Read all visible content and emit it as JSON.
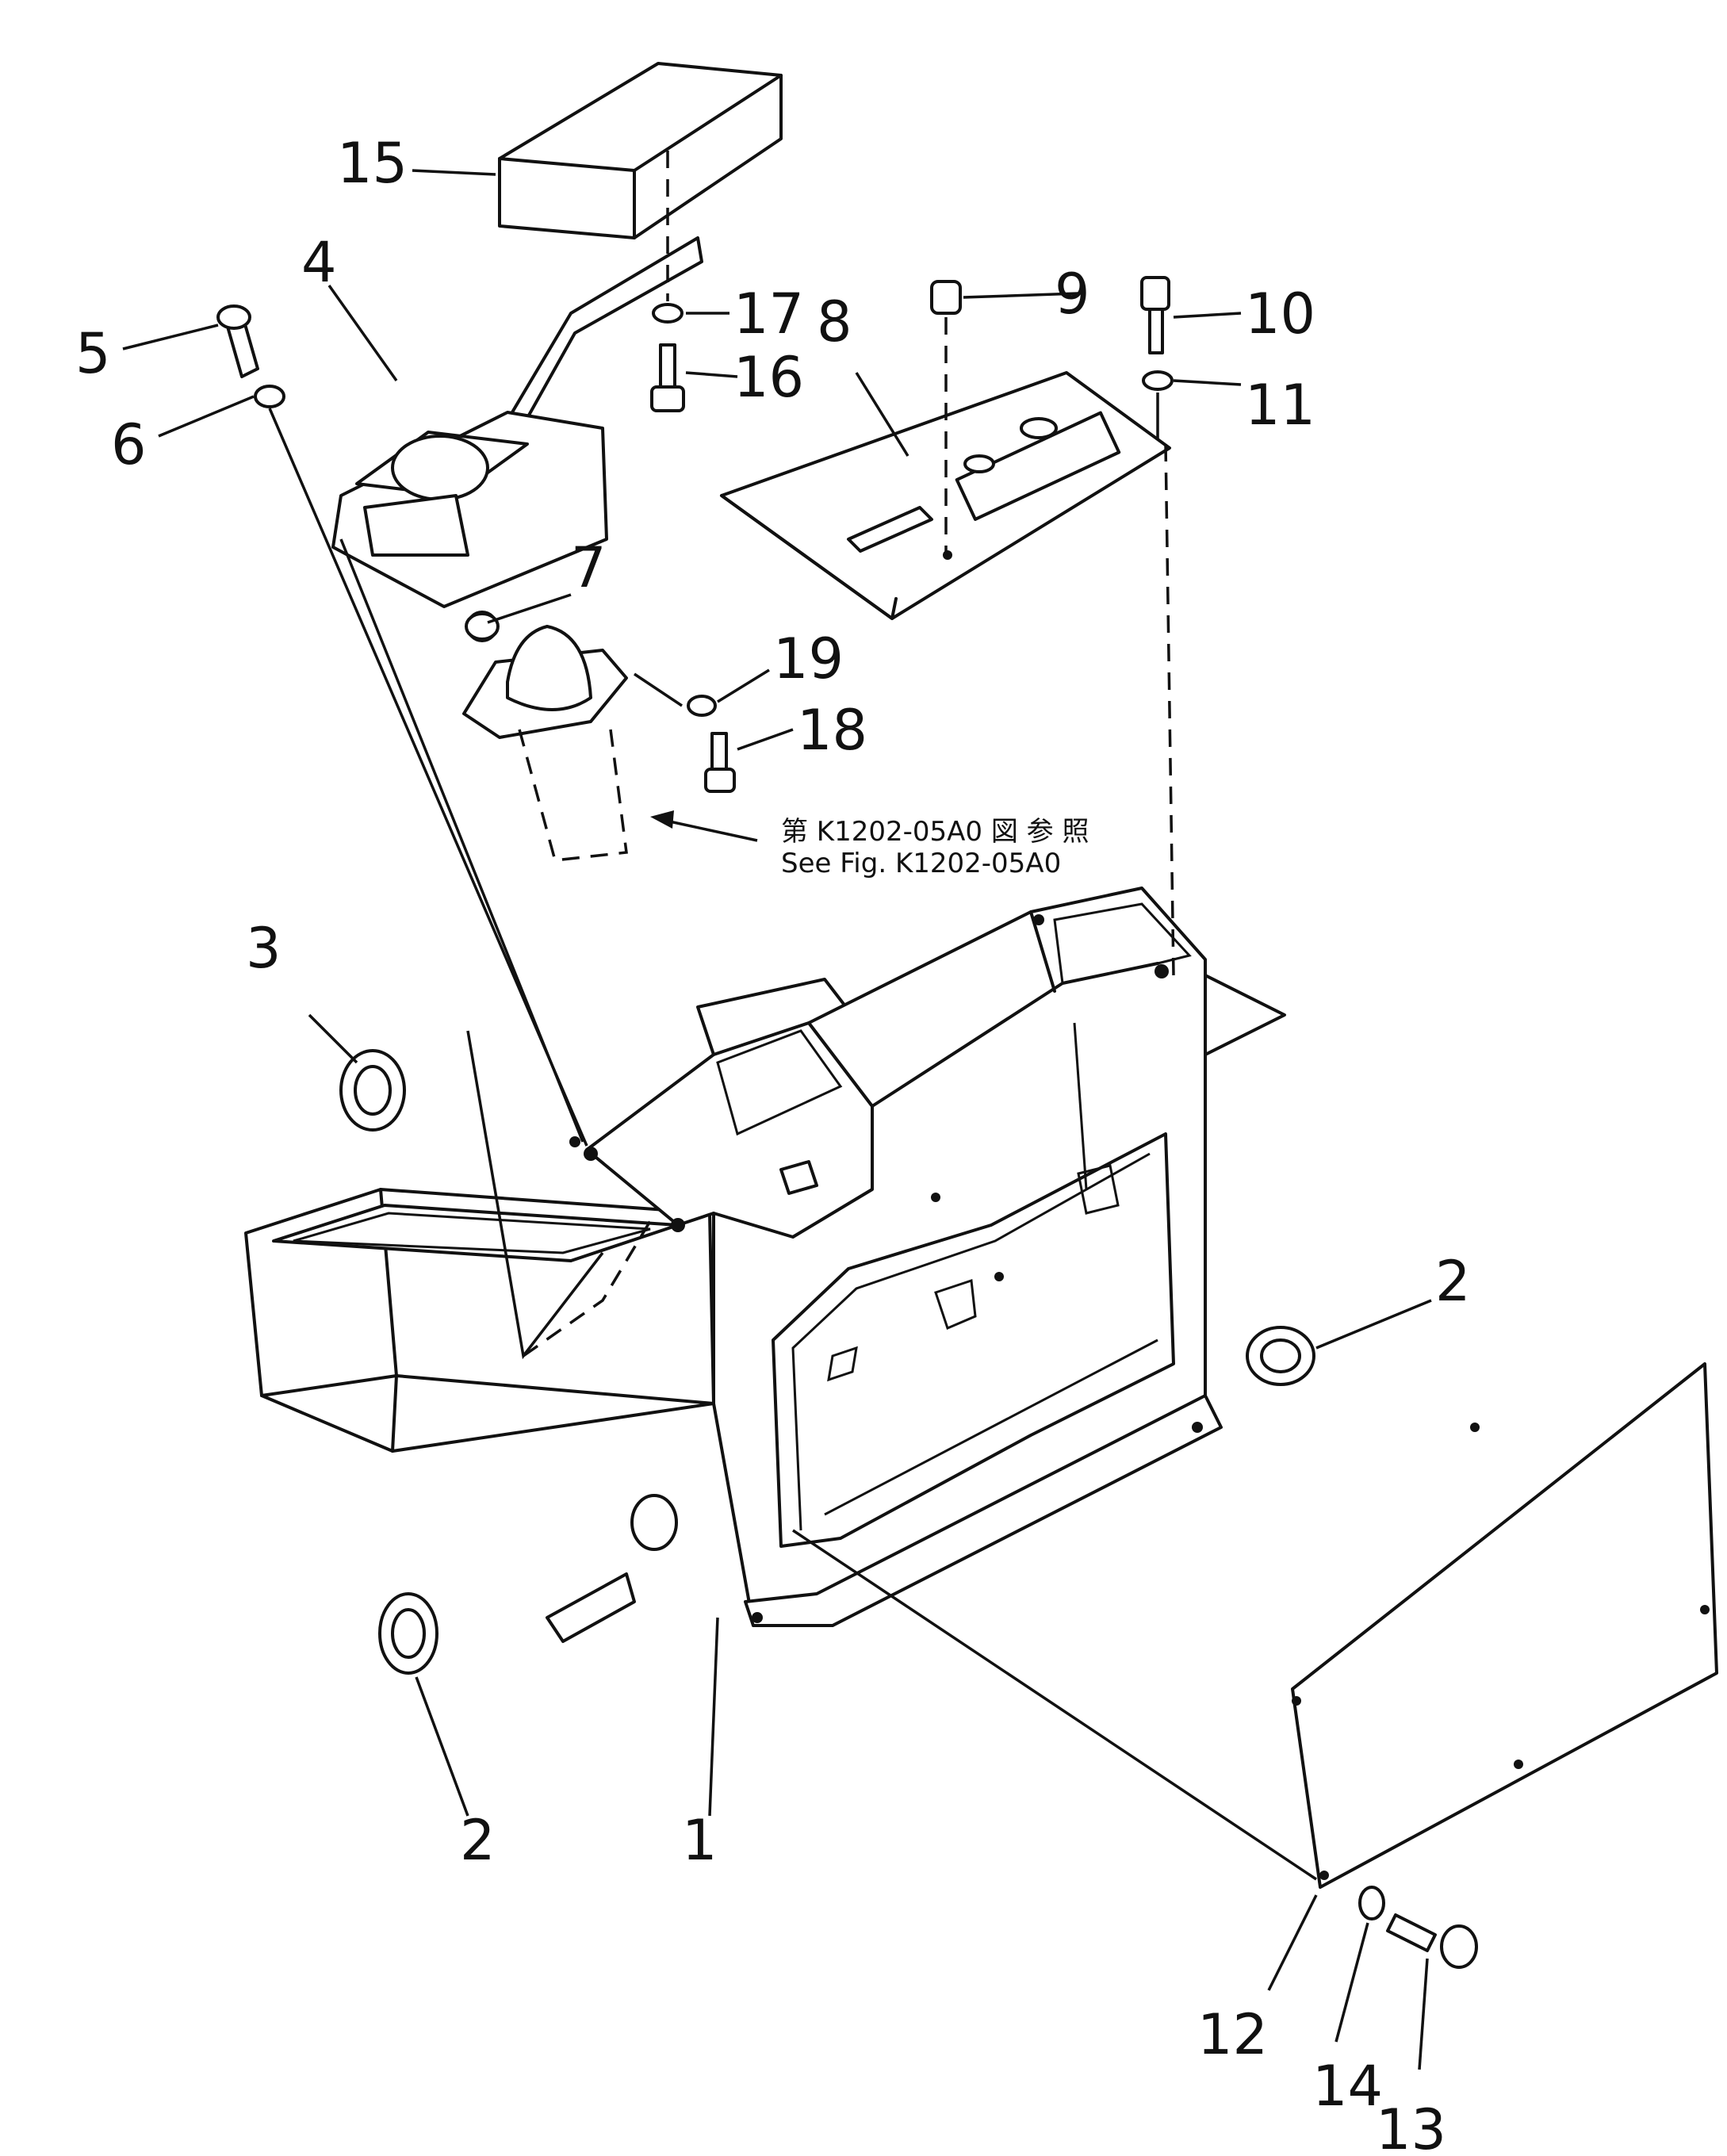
{
  "labels": {
    "l1": "1",
    "l2a": "2",
    "l2b": "2",
    "l3": "3",
    "l4": "4",
    "l5": "5",
    "l6": "6",
    "l7": "7",
    "l8": "8",
    "l9": "9",
    "l10": "10",
    "l11": "11",
    "l12": "12",
    "l13": "13",
    "l14": "14",
    "l15": "15",
    "l16": "16",
    "l17": "17",
    "l18": "18",
    "l19": "19"
  },
  "note": {
    "ja": "第 K1202-05A0 図 参 照",
    "en": "See Fig. K1202-05A0"
  }
}
